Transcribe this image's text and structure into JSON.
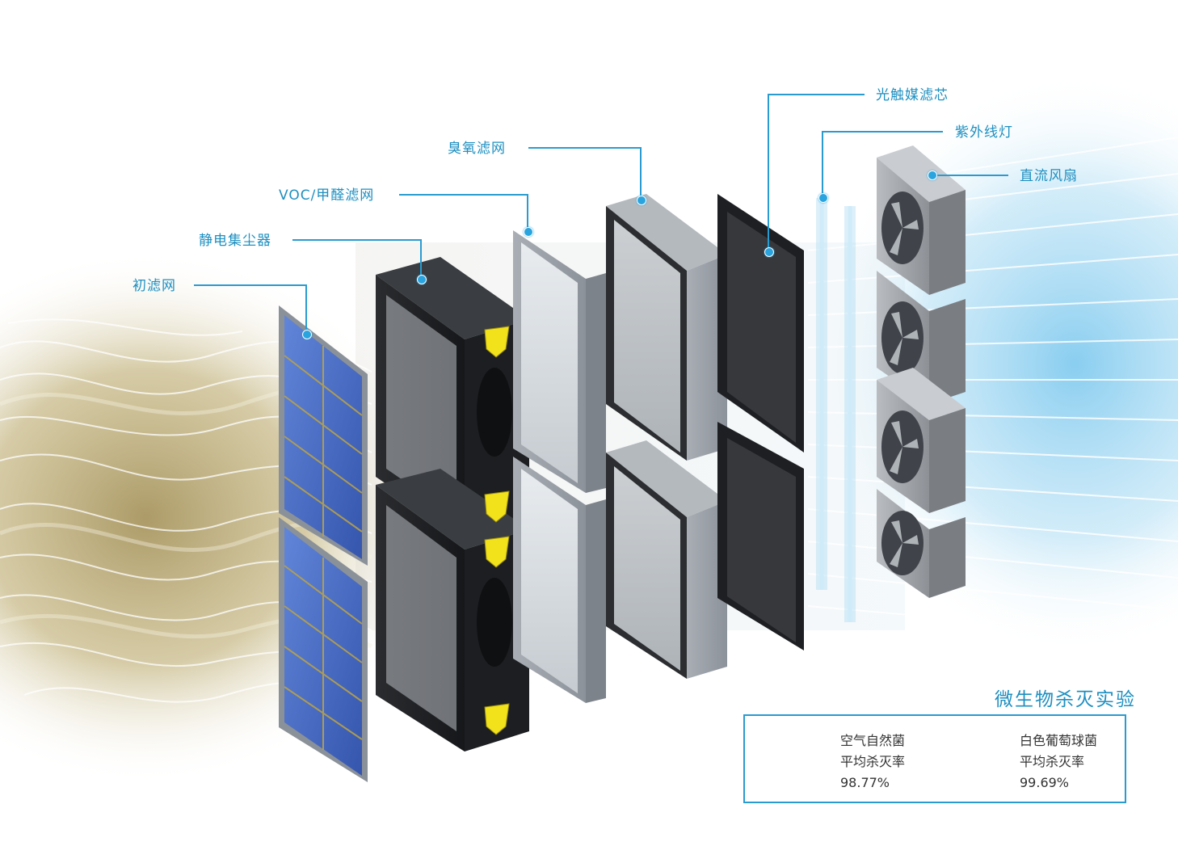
{
  "components": [
    {
      "id": "pre-filter",
      "label": "初滤网"
    },
    {
      "id": "electrostatic-collector",
      "label": "静电集尘器"
    },
    {
      "id": "voc-filter",
      "label": "VOC/甲醛滤网"
    },
    {
      "id": "ozone-filter",
      "label": "臭氧滤网"
    },
    {
      "id": "photocatalyst-filter",
      "label": "光触媒滤芯"
    },
    {
      "id": "uv-lamp",
      "label": "紫外线灯"
    },
    {
      "id": "dc-fan",
      "label": "直流风扇"
    }
  ],
  "test": {
    "title": "微生物杀灭实验",
    "results": [
      {
        "name": "空气自然菌",
        "metric": "平均杀灭率",
        "rate": "98.77%"
      },
      {
        "name": "白色葡萄球菌",
        "metric": "平均杀灭率",
        "rate": "99.69%"
      }
    ]
  },
  "colors": {
    "accent": "#1e8fc0",
    "dirty_air": "#b8a870",
    "clean_air": "#8fd0f0",
    "filter_blue": "#3a62c8",
    "knob_yellow": "#f2e21c",
    "cross_red": "#d21e1e"
  }
}
